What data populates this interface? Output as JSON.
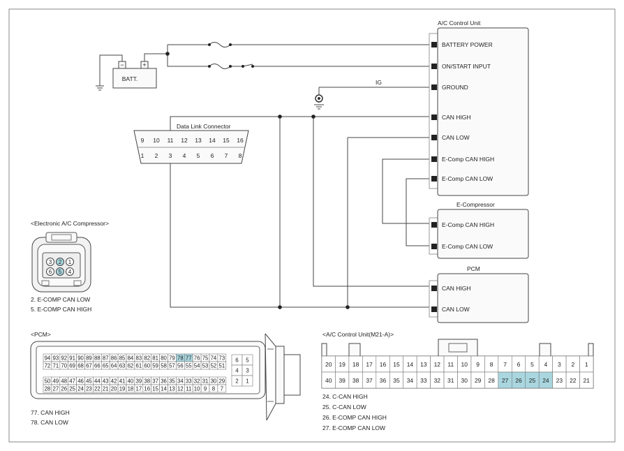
{
  "colors": {
    "wire": "#444444",
    "highlight": "#a9d6df",
    "frame": "#8a8a8a",
    "box_fill": "#fafafa"
  },
  "ac_unit": {
    "title": "A/C Control Unit",
    "pins": [
      "BATTERY POWER",
      "ON/START INPUT",
      "GROUND",
      "CAN HIGH",
      "CAN LOW",
      "E-Comp CAN HIGH",
      "E-Comp CAN LOW"
    ]
  },
  "ecomp": {
    "title": "E-Compressor",
    "pins": [
      "E-Comp CAN HIGH",
      "E-Comp CAN LOW"
    ]
  },
  "pcm_box": {
    "title": "PCM",
    "pins": [
      "CAN HIGH",
      "CAN LOW"
    ]
  },
  "battery": {
    "label": "BATT.",
    "neg": "−",
    "pos": "+"
  },
  "ig_label": "IG",
  "dlc": {
    "title": "Data Link Connector",
    "top_pins": [
      "9",
      "10",
      "11",
      "12",
      "13",
      "14",
      "15",
      "16"
    ],
    "bottom_pins": [
      "1",
      "2",
      "3",
      "4",
      "5",
      "6",
      "7",
      "8"
    ]
  },
  "compressor_connector": {
    "title": "<Electronic A/C Compressor>",
    "pins_top": [
      "3",
      "2",
      "1"
    ],
    "pins_bottom": [
      "6",
      "5",
      "4"
    ],
    "highlight": [
      "2",
      "5"
    ],
    "legend": [
      "2. E-COMP CAN LOW",
      "5. E-COMP CAN HIGH"
    ]
  },
  "pcm_connector": {
    "title": "<PCM>",
    "rows": [
      [
        "94",
        "93",
        "92",
        "91",
        "90",
        "89",
        "88",
        "87",
        "86",
        "85",
        "84",
        "83",
        "82",
        "81",
        "80",
        "79",
        "78",
        "77",
        "76",
        "75",
        "74",
        "73"
      ],
      [
        "72",
        "71",
        "70",
        "69",
        "68",
        "67",
        "66",
        "65",
        "64",
        "63",
        "62",
        "61",
        "60",
        "59",
        "58",
        "57",
        "56",
        "55",
        "54",
        "53",
        "52",
        "51"
      ],
      [
        "50",
        "49",
        "48",
        "47",
        "46",
        "45",
        "44",
        "43",
        "42",
        "41",
        "40",
        "39",
        "38",
        "37",
        "36",
        "35",
        "34",
        "33",
        "32",
        "31",
        "30",
        "29"
      ],
      [
        "28",
        "27",
        "26",
        "25",
        "24",
        "23",
        "22",
        "21",
        "20",
        "19",
        "18",
        "17",
        "16",
        "15",
        "14",
        "13",
        "12",
        "11",
        "10",
        "9",
        "8",
        "7"
      ]
    ],
    "side_pins": [
      [
        "6",
        "5"
      ],
      [
        "4",
        "3"
      ],
      [
        "2",
        "1"
      ]
    ],
    "highlight": [
      "77",
      "78"
    ],
    "legend": [
      "77. CAN HIGH",
      "78. CAN LOW"
    ]
  },
  "ac_connector": {
    "title": "<A/C Control Unit(M21-A)>",
    "top_row": [
      "20",
      "19",
      "18",
      "17",
      "16",
      "15",
      "14",
      "13",
      "12",
      "11",
      "10",
      "9",
      "8",
      "7",
      "6",
      "5",
      "4",
      "3",
      "2",
      "1"
    ],
    "bottom_row": [
      "40",
      "39",
      "38",
      "37",
      "36",
      "35",
      "34",
      "33",
      "32",
      "31",
      "30",
      "29",
      "28",
      "27",
      "26",
      "25",
      "24",
      "23",
      "22",
      "21"
    ],
    "highlight": [
      "24",
      "25",
      "26",
      "27"
    ],
    "legend": [
      "24. C-CAN HIGH",
      "25. C-CAN LOW",
      "26. E-COMP CAN HIGH",
      "27. E-COMP CAN LOW"
    ]
  }
}
